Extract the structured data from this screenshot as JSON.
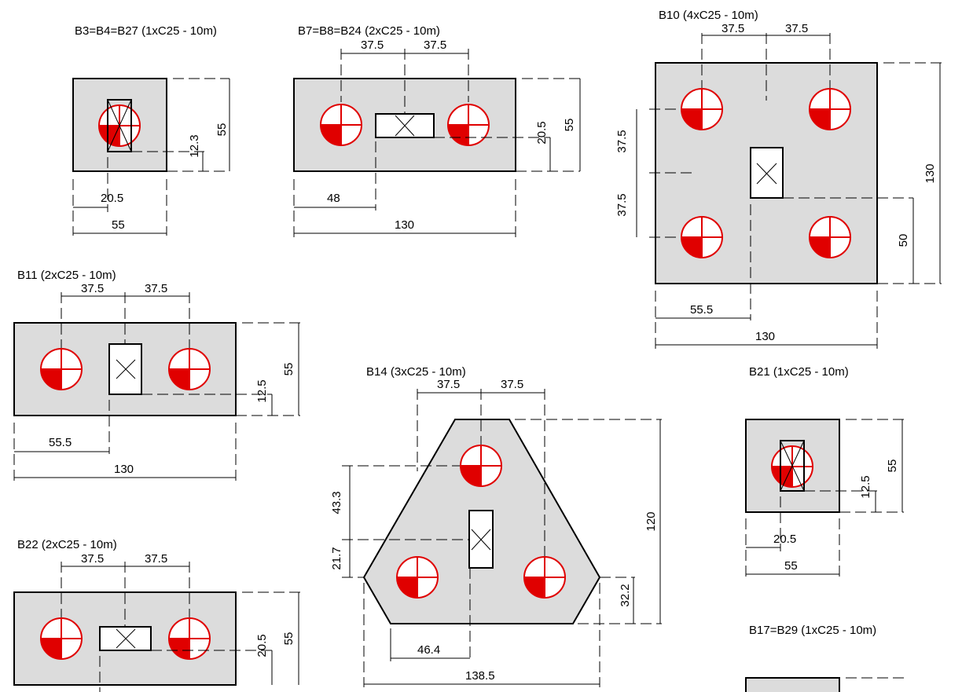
{
  "titles": {
    "b3": "B3=B4=B27 (1xC25 - 10m)",
    "b7": "B7=B8=B24 (2xC25 - 10m)",
    "b10": "B10 (4xC25 - 10m)",
    "b11": "B11 (2xC25 - 10m)",
    "b14": "B14 (3xC25 - 10m)",
    "b21": "B21 (1xC25 - 10m)",
    "b22": "B22 (2xC25 - 10m)",
    "b17": "B17=B29 (1xC25 - 10m)"
  },
  "dims": {
    "b3": {
      "width": "55",
      "offset": "20.5",
      "height": "55",
      "ped": "12.3"
    },
    "b7": {
      "s1": "37.5",
      "s2": "37.5",
      "height": "55",
      "ped": "20.5",
      "offset": "48",
      "width": "130"
    },
    "b10": {
      "s1": "37.5",
      "s2": "37.5",
      "v1": "37.5",
      "v2": "37.5",
      "height": "130",
      "ped": "50",
      "offset": "55.5",
      "width": "130"
    },
    "b11": {
      "s1": "37.5",
      "s2": "37.5",
      "height": "55",
      "ped": "12.5",
      "offset": "55.5",
      "width": "130"
    },
    "b14": {
      "s1": "37.5",
      "s2": "37.5",
      "v1": "43.3",
      "v2": "21.7",
      "height": "120",
      "ped": "32.2",
      "offset": "46.4",
      "width": "138.5"
    },
    "b21": {
      "height": "55",
      "ped": "12.5",
      "offset": "20.5",
      "width": "55"
    },
    "b22": {
      "s1": "37.5",
      "s2": "37.5",
      "height": "55",
      "ped": "20.5"
    }
  },
  "colors": {
    "pile": "#e00000",
    "cap_fill": "#dcdcdc"
  },
  "symbols": {
    "pile": "pile-marker-icon",
    "pedestal": "column-cross-icon"
  }
}
